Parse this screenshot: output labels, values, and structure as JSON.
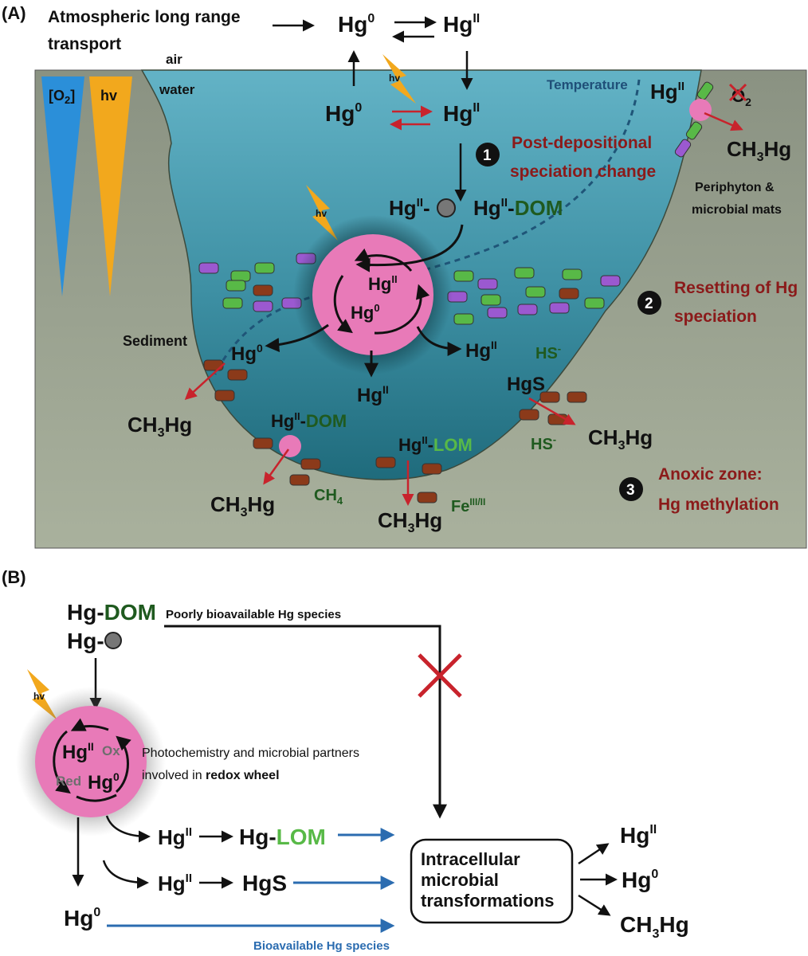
{
  "panelA": {
    "label": "(A)",
    "atm_line1": "Atmospheric long range",
    "atm_line2": "transport",
    "hg0": "Hg",
    "hgII": "Hg",
    "sup0": "0",
    "supII": "II",
    "air": "air",
    "water": "water",
    "o2": "[O",
    "o2sub": "2",
    "o2close": "]",
    "hv": "hv",
    "temperature": "Temperature",
    "o2_crossed": "O",
    "o2_crossed_sub": "2",
    "ch3hg_a": "CH",
    "ch3hg_3": "3",
    "ch3hg_b": "Hg",
    "periphyton_line1": "Periphyton &",
    "periphyton_line2": "microbial mats",
    "step1_num": "1",
    "step1_line1": "Post-depositional",
    "step1_line2": "speciation  change",
    "step2_num": "2",
    "step2_line1": "Resetting of Hg",
    "step2_line2": "speciation",
    "step3_num": "3",
    "step3_line1": "Anoxic zone:",
    "step3_line2": "Hg methylation",
    "dash": "-",
    "dom": "DOM",
    "lom": "LOM",
    "sediment": "Sediment",
    "hgs": "HgS",
    "hs": "HS",
    "hs_sup": "-",
    "ch4": "CH",
    "ch4sub": "4",
    "fe": "Fe",
    "fe_sup": "III/II"
  },
  "panelB": {
    "label": "(B)",
    "hg": "Hg",
    "dash": "-",
    "dom": "DOM",
    "lom": "LOM",
    "poorly": "Poorly bioavailable Hg species",
    "photo_line1": "Photochemistry and microbial partners",
    "photo_line2a": "involved in ",
    "photo_line2b": "redox wheel",
    "ox": "Ox",
    "red": "Red",
    "hgs": "HgS",
    "intra_line1": "Intracellular",
    "intra_line2": "microbial",
    "intra_line3": "transformations",
    "bioavailable": "Bioavailable Hg species",
    "hv": "hv",
    "sup0": "0",
    "supII": "II",
    "ch3_a": "CH",
    "ch3_3": "3",
    "ch3_b": "Hg"
  },
  "colors": {
    "water": "#4a9eb0",
    "sediment": "#8f9a86",
    "dark_red": "#8b1a1a",
    "dark_green": "#1f5a1f",
    "light_green": "#58b947",
    "pink": "#e87ab8",
    "o2_blue": "#2b8fd9",
    "hv_orange": "#f2a81d",
    "bio_blue": "#2b6cb0",
    "cross_red": "#c8232c"
  }
}
